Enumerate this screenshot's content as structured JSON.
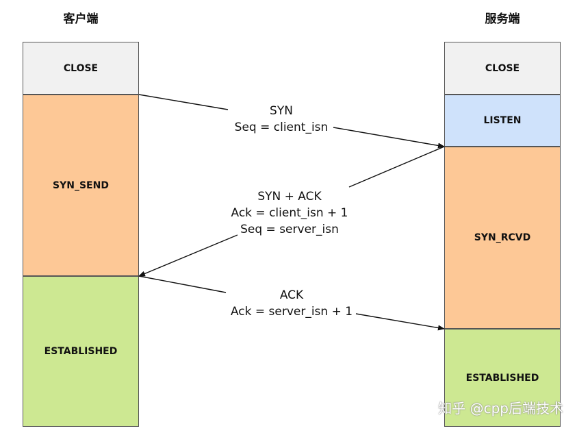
{
  "client": {
    "title": "客户端",
    "states": [
      "CLOSE",
      "SYN_SEND",
      "ESTABLISHED"
    ]
  },
  "server": {
    "title": "服务端",
    "states": [
      "CLOSE",
      "LISTEN",
      "SYN_RCVD",
      "ESTABLISHED"
    ]
  },
  "messages": [
    {
      "lines": [
        "SYN",
        "Seq = client_isn"
      ]
    },
    {
      "lines": [
        "SYN + ACK",
        "Ack = client_isn + 1",
        "Seq = server_isn"
      ]
    },
    {
      "lines": [
        "ACK",
        "Ack = server_isn + 1"
      ]
    }
  ],
  "watermark": "知乎 @cpp后端技术",
  "colors": {
    "close": "#f1f1f1",
    "syn_states": "#fdc896",
    "established": "#cde892",
    "listen": "#cfe2fb",
    "border": "#555555"
  }
}
